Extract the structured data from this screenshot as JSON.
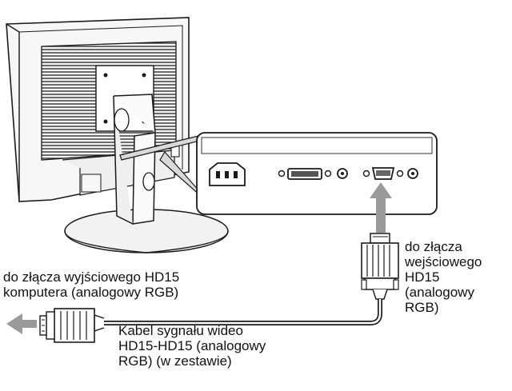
{
  "labels": {
    "monitor_input": [
      "do złącza",
      "wejściowego",
      "HD15",
      "(analogowy",
      "RGB)"
    ],
    "computer_output": [
      "do złącza wyjściowego HD15",
      "komputera (analogowy RGB)"
    ],
    "cable": [
      "Kabel sygnału wideo",
      "HD15-HD15 (analogowy",
      "RGB) (w zestawie)"
    ]
  },
  "colors": {
    "line": "#1a1a1a",
    "arrow": "#9a9a9a",
    "shade": "#c8c8c8",
    "light": "#ececec"
  }
}
